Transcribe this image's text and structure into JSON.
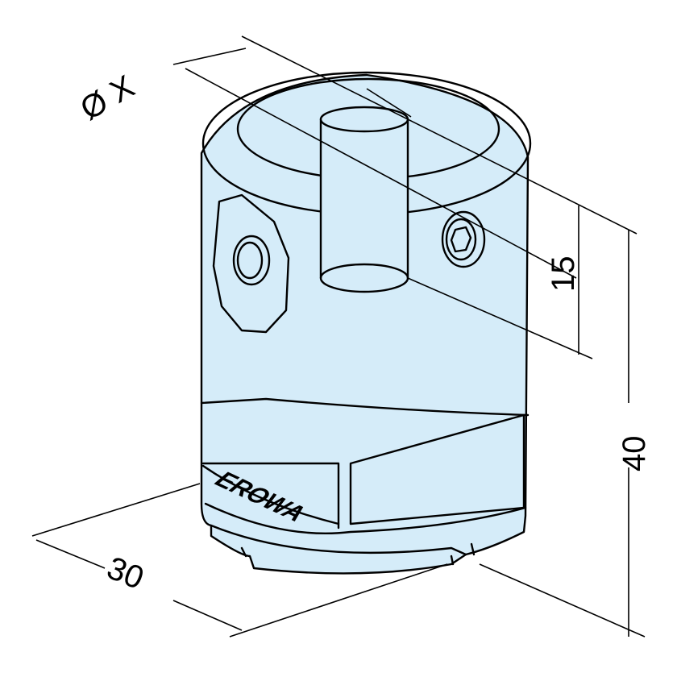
{
  "dimensions": {
    "diameter": "Ø X",
    "pin_height": "15",
    "total_height": "40",
    "width": "30"
  },
  "logo": "EROWA",
  "colors": {
    "body_fill": "#d5ecf9",
    "line": "#000000"
  }
}
